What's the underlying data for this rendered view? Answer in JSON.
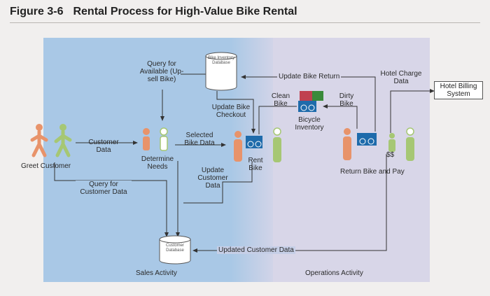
{
  "figure": {
    "number": "Figure 3-6",
    "title": "Rental Process for High-Value Bike Rental"
  },
  "regions": {
    "sales": "Sales Activity",
    "operations": "Operations Activity"
  },
  "databases": {
    "bike_inventory": "Bike Inventory Database",
    "customer": "Customer Database"
  },
  "external": {
    "hotel_billing": "Hotel Billing System"
  },
  "labels": {
    "greet_customer": "Greet Customer",
    "customer_data": "Customer Data",
    "query_available": "Query for Available (Up-sell Bike)",
    "determine_needs": "Determine Needs",
    "selected_bike_data": "Selected Bike Data",
    "update_bike_checkout": "Update Bike Checkout",
    "update_bike_return": "Update Bike Return",
    "hotel_charge_data": "Hotel Charge Data",
    "clean_bike": "Clean Bike",
    "dirty_bike": "Dirty Bike",
    "bicycle_inventory": "Bicycle Inventory",
    "rent_bike": "Rent Bike",
    "update_customer_data": "Update Customer Data",
    "query_customer_data": "Query for Customer Data",
    "updated_customer_data": "Updated Customer Data",
    "return_bike_pay": "Return Bike and Pay",
    "money": "$$"
  },
  "colors": {
    "sales_bg": "#a9c8e6",
    "ops_bg": "#d8d6e8",
    "page": "#f1efee",
    "person": "#e8936a",
    "staff": "#a6c774",
    "bike_box": "#1e6bab"
  }
}
